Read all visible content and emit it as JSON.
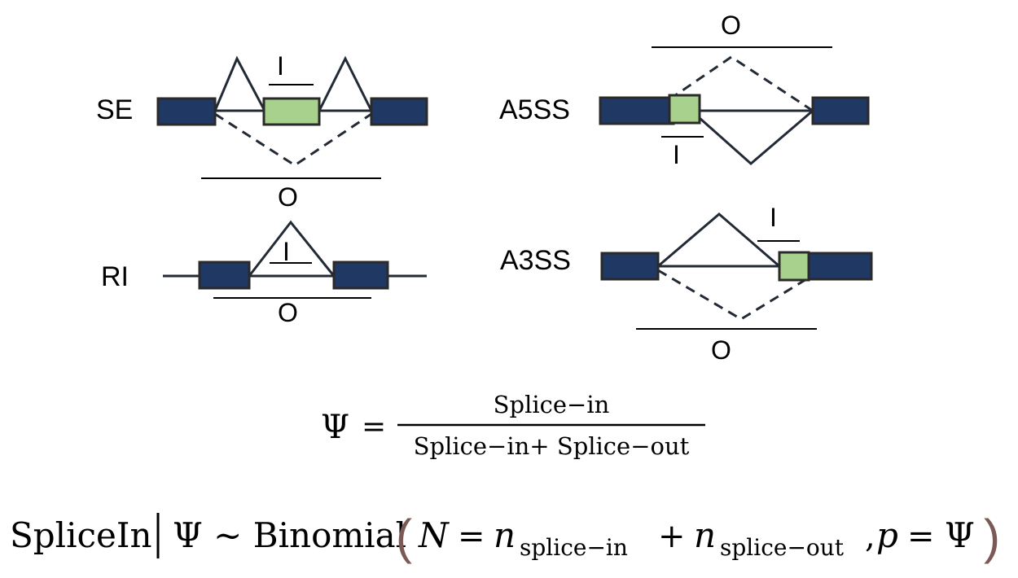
{
  "colors": {
    "constitutive_exon": "#1f3864",
    "alternative_exon": "#a9d18e",
    "paren": "#7a5a55"
  },
  "diagrams": {
    "se": {
      "label": "SE",
      "inclusion": "I",
      "exclusion": "O"
    },
    "ri": {
      "label": "RI",
      "inclusion": "I",
      "exclusion": "O"
    },
    "a5ss": {
      "label": "A5SS",
      "inclusion": "I",
      "exclusion": "O"
    },
    "a3ss": {
      "label": "A3SS",
      "inclusion": "I",
      "exclusion": "O"
    }
  },
  "equation1": {
    "lhs": "Ψ",
    "equals": "=",
    "numerator": "Splice−in",
    "denominator": "Splice−in+ Splice−out"
  },
  "equation2": {
    "lhs": "SpliceIn",
    "given": "Ψ ∼ Binomial",
    "N": "N",
    "eq1": "=",
    "n1": "n",
    "sub1": "splice−in",
    "plus": "+",
    "n2": "n",
    "sub2": "splice−out",
    "comma": ",",
    "p": "p",
    "eq2": "=",
    "psi": "Ψ",
    "open_paren": "(",
    "close_paren": ")"
  }
}
